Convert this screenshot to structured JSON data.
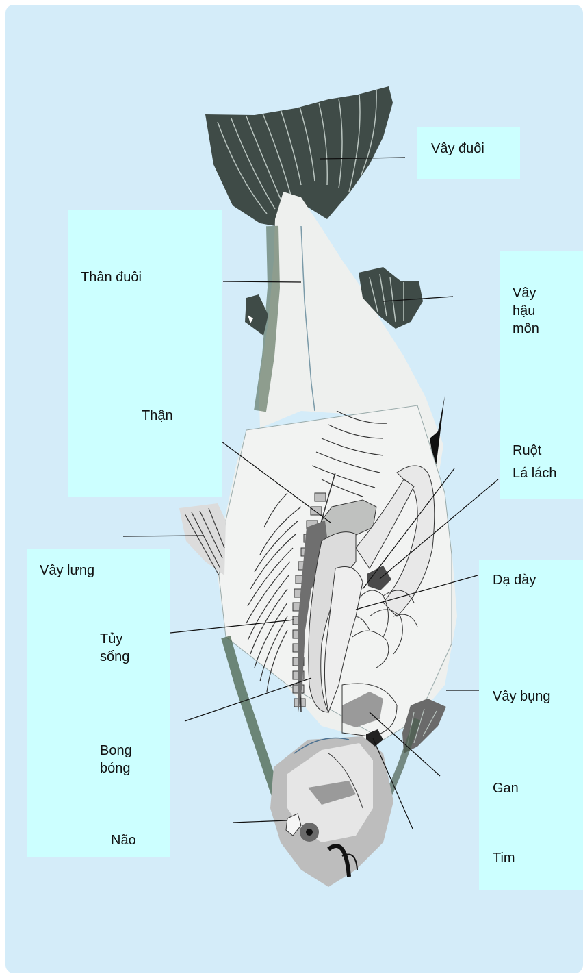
{
  "labels": {
    "vay_duoi": "Vây đuôi",
    "than_duoi": "Thân đuôi",
    "vay_hau_mon": "Vây\nhậu\nmôn",
    "than": "Thận",
    "ruot": "Ruột",
    "la_lach": "Lá lách",
    "vay_lung": "Vây lưng",
    "da_day": "Dạ dày",
    "tuy_song": "Tủy\nsống",
    "vay_bung": "Vây bụng",
    "bong_bong": "Bong\nbóng",
    "gan": "Gan",
    "nao": "Não",
    "tim": "Tim"
  },
  "colors": {
    "background": "#d4ecf9",
    "label_box": "#ccffff",
    "fin_dark": "#3f4b47",
    "body_light": "#eef0ee",
    "organ_gray": "#c9cbc9"
  }
}
